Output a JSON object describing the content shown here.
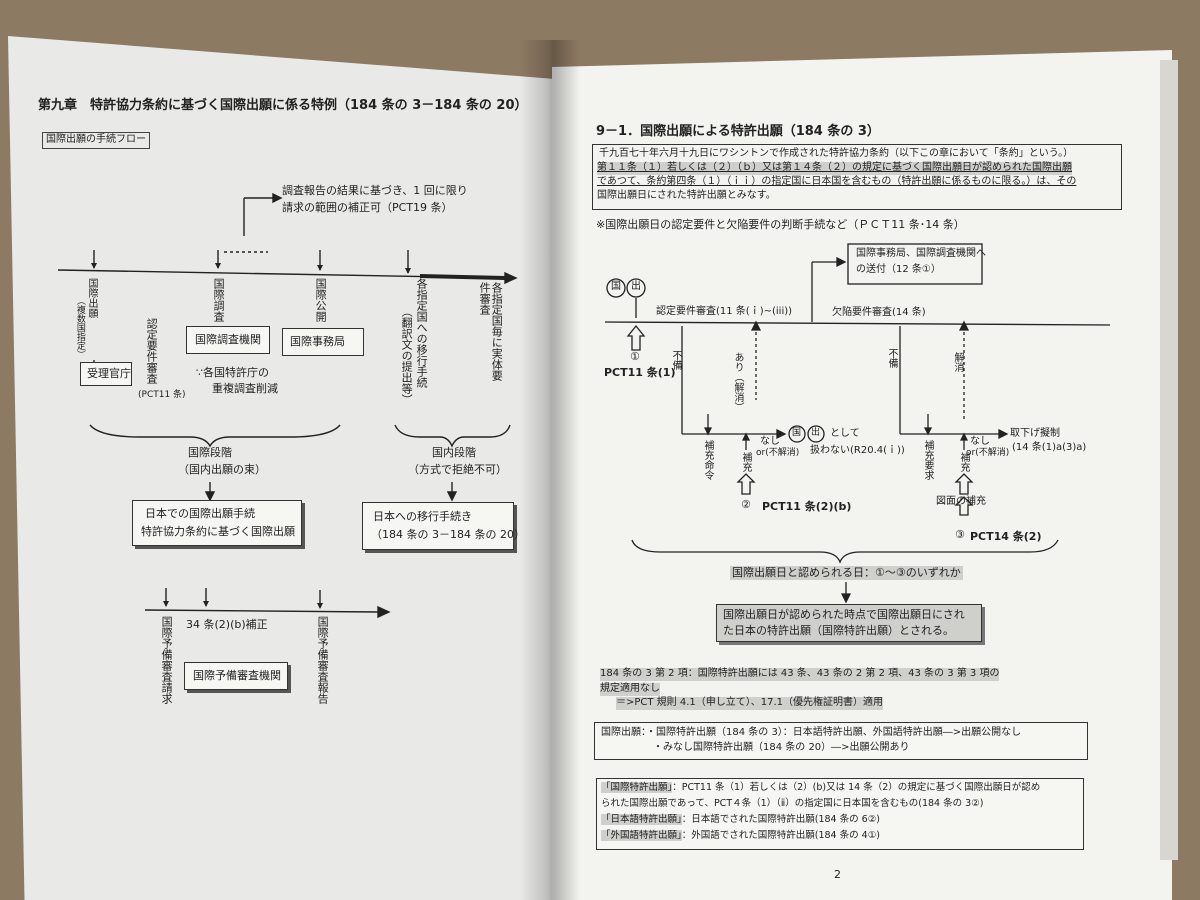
{
  "left": {
    "chapter_title": "第九章　特許協力条約に基づく国際出願に係る特例（184 条の 3－184 条の 20）",
    "flow_tag": "国際出願の手続フロー",
    "search_note_line1": "調査報告の結果に基づき、1 回に限り",
    "search_note_line2": "請求の範囲の補正可（PCT19 条）",
    "v_kokusai_shutsugan": "国際出願",
    "v_fukusu": "（複数国指定）",
    "v_kokusai_chosa": "国際調査",
    "v_kokusai_kokai": "国際公開",
    "v_ikou": "各指定国への移行手続",
    "v_honyaku": "（翻訳文の提出等）",
    "v_jittai": "各指定国毎に実体要件審査",
    "v_nintei": "認定要件審査",
    "juri_kancho": "受理官庁",
    "pct11": "(PCT11 条)",
    "chosa_kikan": "国際調査機関",
    "jimukyoku": "国際事務局",
    "chofuku_line1": "∵各国特許庁の",
    "chofuku_line2": "重複調査削減",
    "kokusai_dankai": "国際段階",
    "kokunai_taba": "（国内出願の束）",
    "kokunai_dankai": "国内段階",
    "hoshiki": "（方式で拒絶不可）",
    "jp_box_line1": "日本での国際出願手続",
    "jp_box_line2": "特許協力条約に基づく国際出願",
    "iko_box_line1": "日本への移行手続き",
    "iko_box_line2": "（184 条の 3－184 条の 20）",
    "v_yobi_seikyu": "国際予備審査請求",
    "hosei34": "34 条(2)(b)補正",
    "yobi_kikan": "国際予備審査機関",
    "v_yobi_hokoku": "国際予備審査報告"
  },
  "right": {
    "section_title": "9－1．国際出願による特許出願（184 条の 3）",
    "para_line1": "千九百七十年六月十九日にワシントンで作成された特許協力条約（以下この章において「条約」という。）",
    "para_line2": "第１１条（１）若しくは（２）（ｂ）又は第１４条（２）の規定に基づく国際出願日が認められた国際出願",
    "para_line3": "であつて、条約第四条（１）（ｉｉ）の指定国に日本国を含むもの（特許出願に係るものに限る。）は、その",
    "para_line4": "国際出願日にされた特許出願とみなす。",
    "note_title": "※国際出願日の認定要件と欠陥要件の判断手続など（ＰＣＴ11 条･14 条）",
    "kuni_circle": "国",
    "de_circle": "出",
    "sofu_line1": "国際事務局、国際調査機関へ",
    "sofu_line2": "の送付（12 条①）",
    "nintei_label": "認定要件審査(11 条(ｉ)~(iii))",
    "kekkan_label": "欠陥要件審査(14 条)",
    "num1": "①",
    "pct11_1": "PCT11 条(1)",
    "v_fubi1": "不備",
    "v_ari": "あり（解消）",
    "v_fubi2": "不備",
    "v_kaisho": "解消",
    "v_hojumeirei": "補充命令",
    "v_hoju1": "補充",
    "nashi1": "なし",
    "or1": "or(不解消)",
    "toshite": "として",
    "atsukawanai": "扱わない(R20.4(ｉ))",
    "v_hojuyokyu": "補充要求",
    "v_hoju2": "補充",
    "nashi2": "なし",
    "or2": "or(不解消)",
    "torisage": "取下げ擬制",
    "torisage_ref": "(14 条(1)a(3)a)",
    "num2": "②",
    "pct11_2b": "PCT11 条(2)(b)",
    "zumen": "図面の補充",
    "num3": "③",
    "pct14": "PCT14 条(2)",
    "date_line": "国際出願日と認められる日：①～③のいずれか",
    "concl_line1": "国際出願日が認められた時点で国際出願日にされ",
    "concl_line2": "た日本の特許出願（国際特許出願）とされる。",
    "p184_line1": "184 条の 3 第 2 項：国際特許出願には 43 条、43 条の 2 第 2 項、43 条の 3 第 3 項の",
    "p184_line2": "規定適用なし",
    "p184_line3": "＝>PCT 規則 4.1（申し立て）、17.1（優先権証明書）適用",
    "pub_line1": "国際出願：・国際特許出願（184 条の 3）：日本語特許出願、外国語特許出願―>出願公開なし",
    "pub_line2": "・みなし国際特許出願（184 条の 20）―>出願公開あり",
    "def1_label": "「国際特許出願」",
    "def1_text": "：PCT11 条（1）若しくは（2）(b)又は 14 条（2）の規定に基づく国際出願日が認め",
    "def1_text2": "られた国際出願であって、PCT４条（1）（ⅱ）の指定国に日本国を含むもの(184 条の 3②)",
    "def2_label": "「日本語特許出願」",
    "def2_text": "：日本語でされた国際特許出願(184 条の 6②)",
    "def3_label": "「外国語特許出願」",
    "def3_text": "：外国語でされた国際特許出願(184 条の 4①)",
    "page_number": "2"
  }
}
